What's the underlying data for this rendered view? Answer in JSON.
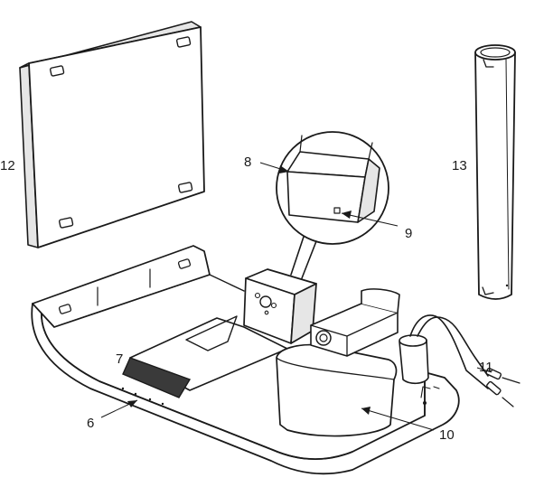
{
  "callouts": {
    "c6": "6",
    "c7": "7",
    "c8": "8",
    "c9": "9",
    "c10": "10",
    "c11": "11",
    "c12": "12",
    "c13": "13"
  },
  "colors": {
    "ink": "#1a1a1a",
    "shade": "#e6e6e6",
    "dark_fill": "#3a3a3a",
    "background": "#ffffff"
  }
}
